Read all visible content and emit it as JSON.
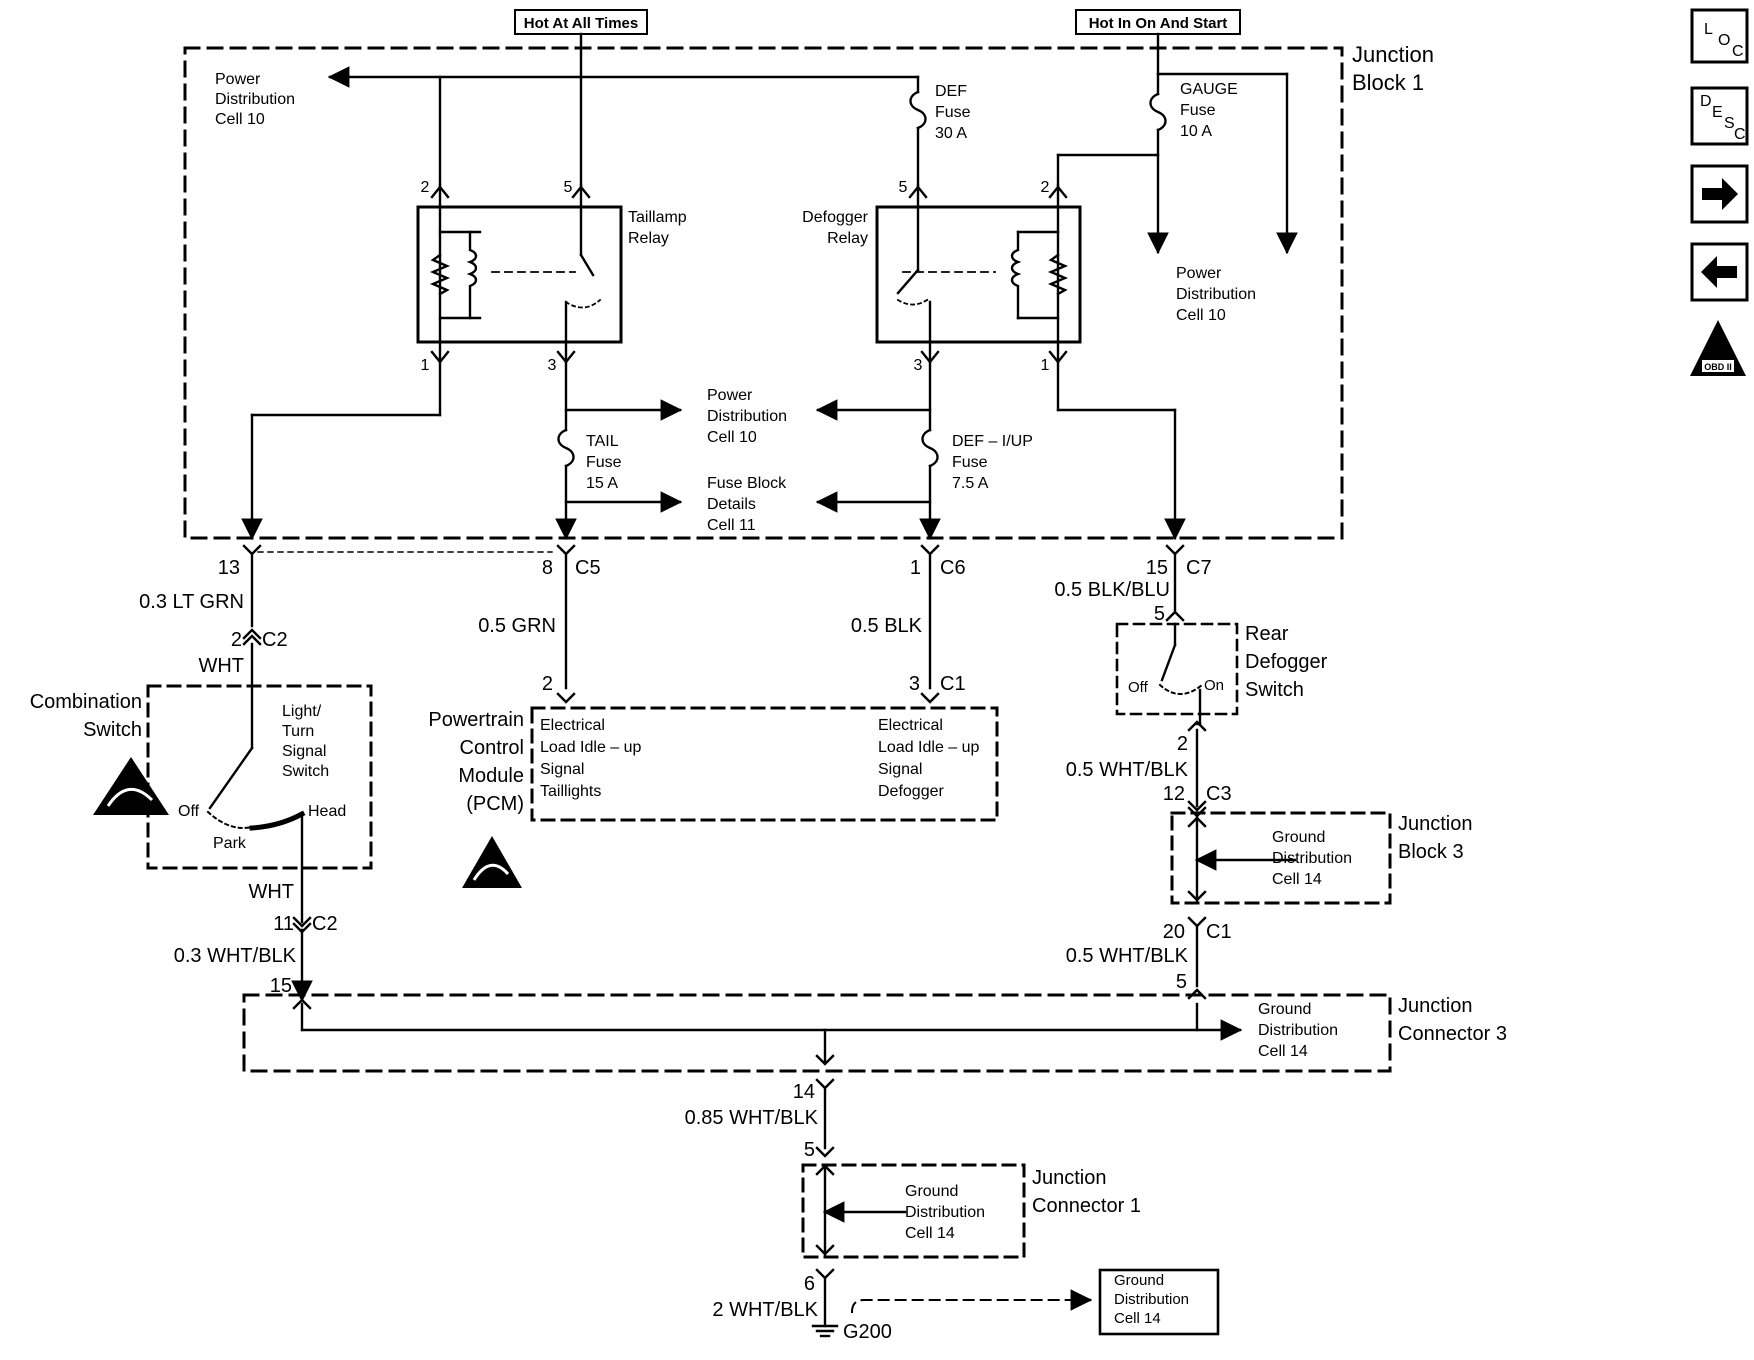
{
  "headers": {
    "hot_at_all_times": "Hot At All Times",
    "hot_in_on_and_start": "Hot In On And Start"
  },
  "nav": {
    "loc": [
      "L",
      "O",
      "C"
    ],
    "desc": [
      "D",
      "E",
      "S",
      "C"
    ],
    "obd": "OBD II",
    "colors": {
      "ink": "#000000",
      "paper": "#ffffff"
    }
  },
  "junction_block_1": {
    "title": [
      "Junction",
      "Block 1"
    ],
    "pdc_top_left": [
      "Power",
      "Distribution",
      "Cell 10"
    ],
    "pdc_right": [
      "Power",
      "Distribution",
      "Cell 10"
    ],
    "pdc_center": [
      "Power",
      "Distribution",
      "Cell 10"
    ],
    "fuse_block_details": [
      "Fuse Block",
      "Details",
      "Cell 11"
    ],
    "def_fuse": [
      "DEF",
      "Fuse",
      "30 A"
    ],
    "gauge_fuse": [
      "GAUGE",
      "Fuse",
      "10 A"
    ],
    "tail_fuse": [
      "TAIL",
      "Fuse",
      "15 A"
    ],
    "defiup_fuse": [
      "DEF – I/UP",
      "Fuse",
      "7.5 A"
    ],
    "taillamp_relay": [
      "Taillamp",
      "Relay"
    ],
    "defogger_relay": [
      "Defogger",
      "Relay"
    ],
    "pins": {
      "tl_2": "2",
      "tl_5": "5",
      "tl_1": "1",
      "tl_3": "3",
      "df_5": "5",
      "df_2": "2",
      "df_3": "3",
      "df_1": "1"
    }
  },
  "connectors": {
    "c13": "13",
    "c5_pin": "8",
    "c5": "C5",
    "c6_pin": "1",
    "c6": "C6",
    "c7_pin": "15",
    "c7": "C7",
    "c2_top_pin": "2",
    "c2_top": "C2",
    "c2_bot_pin": "11",
    "c2_bot": "C2",
    "pcm_pin_2": "2",
    "pcm_pin_3": "3",
    "pcm_c1": "C1",
    "rdef_pin_5": "5",
    "rdef_pin_2": "2",
    "c3_pin": "12",
    "c3": "C3",
    "jb3_c1_pin": "20",
    "jb3_c1": "C1",
    "jc3_pin_15": "15",
    "jc3_pin_5": "5",
    "jc3_pin_14": "14",
    "jc1_pin_5": "5",
    "jc1_pin_6": "6"
  },
  "wires": {
    "lt_grn": "0.3 LT GRN",
    "wht_top": "WHT",
    "wht_bot": "WHT",
    "wht_blk_03": "0.3 WHT/BLK",
    "grn_05": "0.5 GRN",
    "blk_05": "0.5 BLK",
    "blk_blu_05": "0.5 BLK/BLU",
    "wht_blk_05_a": "0.5 WHT/BLK",
    "wht_blk_05_b": "0.5 WHT/BLK",
    "wht_blk_085": "0.85 WHT/BLK",
    "wht_blk_2": "2 WHT/BLK"
  },
  "combination_switch": {
    "title": [
      "Combination",
      "Switch"
    ],
    "inner": [
      "Light/",
      "Turn",
      "Signal",
      "Switch"
    ],
    "off": "Off",
    "park": "Park",
    "head": "Head"
  },
  "pcm": {
    "title": [
      "Powertrain",
      "Control",
      "Module",
      "(PCM)"
    ],
    "left_text": [
      "Electrical",
      "Load Idle – up",
      "Signal",
      "Taillights"
    ],
    "right_text": [
      "Electrical",
      "Load Idle – up",
      "Signal",
      "Defogger"
    ]
  },
  "rear_defogger_switch": {
    "title": [
      "Rear",
      "Defogger",
      "Switch"
    ],
    "off": "Off",
    "on": "On"
  },
  "junction_block_3": {
    "title": [
      "Junction",
      "Block 3"
    ],
    "ground": [
      "Ground",
      "Distribution",
      "Cell 14"
    ]
  },
  "junction_connector_3": {
    "title": [
      "Junction",
      "Connector 3"
    ],
    "ground": [
      "Ground",
      "Distribution",
      "Cell 14"
    ]
  },
  "junction_connector_1": {
    "title": [
      "Junction",
      "Connector 1"
    ],
    "ground": [
      "Ground",
      "Distribution",
      "Cell 14"
    ]
  },
  "ground_g200": {
    "label": "G200",
    "box": [
      "Ground",
      "Distribution",
      "Cell 14"
    ]
  }
}
